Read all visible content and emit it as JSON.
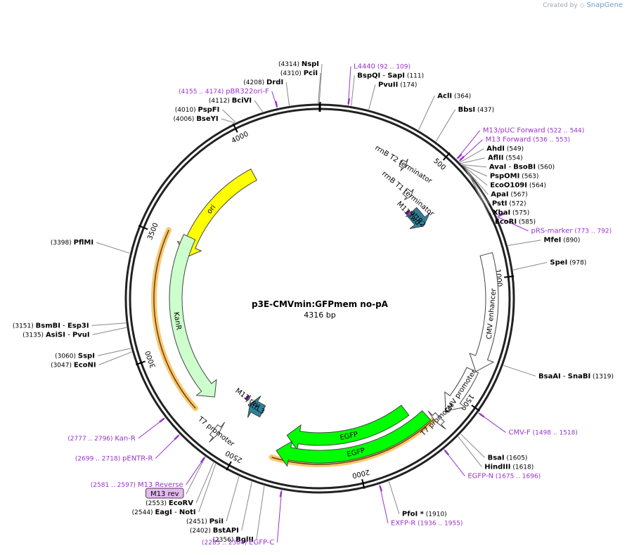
{
  "credit": {
    "prefix": "Created by",
    "brand": "SnapGene"
  },
  "plasmid": {
    "name": "p3E-CMVmin:GFPmem no-pA",
    "length_label": "4316 bp",
    "length": 4316
  },
  "ticks": [
    "500",
    "1000",
    "1500",
    "2000",
    "2500",
    "3000",
    "3500",
    "4000"
  ],
  "colors": {
    "enzyme": "#000000",
    "primer": "#9933cc",
    "ori": "#ffff00",
    "kanr": "#ccffcc",
    "egfp": "#00ff00",
    "attr": "#2e8199",
    "feature_outline": "#555555",
    "halo": "#f8c870"
  },
  "features": [
    {
      "name": "ori",
      "type": "ori",
      "start": 3980,
      "end": 3440,
      "color": "#ffff00"
    },
    {
      "name": "KanR",
      "type": "cds",
      "start": 3540,
      "end": 2720,
      "color": "#ccffcc"
    },
    {
      "name": "EGFP",
      "type": "cds",
      "start": 1710,
      "end": 2320,
      "color": "#00ff00"
    },
    {
      "name": "EGFP",
      "type": "cds",
      "start": 1650,
      "end": 2350,
      "color": "#00ff00"
    },
    {
      "name": "CMV enhancer",
      "type": "enhancer",
      "start": 900,
      "end": 1380,
      "color": "#ffffff"
    },
    {
      "name": "CMV promoter",
      "type": "promoter",
      "start": 1380,
      "end": 1580,
      "color": "#ffffff"
    },
    {
      "name": "T7 promoter",
      "type": "promoter",
      "start": 1615,
      "end": 1640,
      "color": "#ffffff"
    },
    {
      "name": "T7 promoter",
      "type": "promoter",
      "start": 2625,
      "end": 2600,
      "color": "#ffffff"
    },
    {
      "name": "attR2",
      "type": "misc",
      "start": 560,
      "end": 660,
      "color": "#2e8199"
    },
    {
      "name": "attL3",
      "type": "misc",
      "start": 2480,
      "end": 2560,
      "color": "#2e8199"
    },
    {
      "name": "M13 fwd",
      "type": "primer",
      "start": 540,
      "end": 565,
      "color": "#9933cc"
    },
    {
      "name": "M13 rev",
      "type": "primer",
      "start": 2598,
      "end": 2578,
      "color": "#9933cc"
    },
    {
      "name": "rrnB T1 terminator",
      "type": "terminator",
      "start": 460,
      "end": 500,
      "color": "#ffffff"
    },
    {
      "name": "rrnB T2 terminator",
      "type": "terminator",
      "start": 370,
      "end": 395,
      "color": "#ffffff"
    }
  ],
  "halos": [
    {
      "start": 3530,
      "end": 2740
    },
    {
      "start": 1640,
      "end": 2360
    }
  ],
  "sites": [
    {
      "side": "right",
      "label": "NspI",
      "pos": "(4314)",
      "bp": 4314,
      "bold": true
    },
    {
      "side": "right",
      "label": "PciI",
      "pos": "(4310)",
      "bp": 4310,
      "bold": true
    },
    {
      "side": "right",
      "label": "DrdI",
      "pos": "(4208)",
      "bp": 4208,
      "bold": true
    },
    {
      "side": "right",
      "label": "pBR322ori-F",
      "pos": "(4155 .. 4174)",
      "bp": 4165,
      "primer": true
    },
    {
      "side": "right",
      "label": "BciVI",
      "pos": "(4112)",
      "bp": 4112,
      "bold": true
    },
    {
      "side": "right",
      "label": "PspFI",
      "pos": "(4010)",
      "bp": 4010,
      "bold": true
    },
    {
      "side": "right",
      "label": "BseYI",
      "pos": "(4006)",
      "bp": 4006,
      "bold": true
    },
    {
      "side": "left",
      "label": "L4440",
      "pos": "(92 .. 109)",
      "bp": 100,
      "primer": true
    },
    {
      "side": "left",
      "label": "BspQI",
      "extra": "SapI",
      "pos": "(111)",
      "bp": 111,
      "bold": true
    },
    {
      "side": "left",
      "label": "PvuII",
      "pos": "(174)",
      "bp": 174,
      "bold": true
    },
    {
      "side": "left",
      "label": "AclI",
      "pos": "(364)",
      "bp": 364,
      "bold": true
    },
    {
      "side": "left",
      "label": "BbsI",
      "pos": "(437)",
      "bp": 437,
      "bold": true
    },
    {
      "side": "left",
      "label": "M13/pUC Forward",
      "pos": "(522 .. 544)",
      "bp": 533,
      "primer": true
    },
    {
      "side": "left",
      "label": "M13 Forward",
      "pos": "(536 .. 553)",
      "bp": 544,
      "primer": true
    },
    {
      "side": "left",
      "label": "AhdI",
      "pos": "(549)",
      "bp": 549,
      "bold": true
    },
    {
      "side": "left",
      "label": "AflII",
      "pos": "(554)",
      "bp": 554,
      "bold": true
    },
    {
      "side": "left",
      "label": "AvaI",
      "extra": "BsoBI",
      "pos": "(560)",
      "bp": 560,
      "bold": true
    },
    {
      "side": "left",
      "label": "PspOMI",
      "pos": "(563)",
      "bp": 563,
      "bold": true
    },
    {
      "side": "left",
      "label": "EcoO109I",
      "pos": "(564)",
      "bp": 564,
      "bold": true
    },
    {
      "side": "left",
      "label": "ApaI",
      "pos": "(567)",
      "bp": 567,
      "bold": true
    },
    {
      "side": "left",
      "label": "PstI",
      "pos": "(572)",
      "bp": 572,
      "bold": true
    },
    {
      "side": "left",
      "label": "XbaI",
      "pos": "(575)",
      "bp": 575,
      "bold": true
    },
    {
      "side": "left",
      "label": "EcoRI",
      "pos": "(585)",
      "bp": 585,
      "bold": true
    },
    {
      "side": "left",
      "label": "pRS-marker",
      "pos": "(773 .. 792)",
      "bp": 782,
      "primer": true
    },
    {
      "side": "left",
      "label": "MfeI",
      "pos": "(890)",
      "bp": 890,
      "bold": true
    },
    {
      "side": "left",
      "label": "SpeI",
      "pos": "(978)",
      "bp": 978,
      "bold": true
    },
    {
      "side": "left",
      "label": "BsaAI",
      "extra": "SnaBI",
      "pos": "(1319)",
      "bp": 1319,
      "bold": true
    },
    {
      "side": "left",
      "label": "CMV-F",
      "pos": "(1498 .. 1518)",
      "bp": 1508,
      "primer": true
    },
    {
      "side": "left",
      "label": "BsaI",
      "pos": "(1605)",
      "bp": 1605,
      "bold": true
    },
    {
      "side": "left",
      "label": "HindIII",
      "pos": "(1618)",
      "bp": 1618,
      "bold": true
    },
    {
      "side": "left",
      "label": "EGFP-N",
      "pos": "(1675 .. 1696)",
      "bp": 1685,
      "primer": true
    },
    {
      "side": "left",
      "label": "PfoI *",
      "pos": "(1910)",
      "bp": 1910,
      "bold": true
    },
    {
      "side": "left",
      "label": "EXFP-R",
      "pos": "(1936 .. 1955)",
      "bp": 1945,
      "primer": true
    },
    {
      "side": "right",
      "label": "EGFP-C",
      "pos": "(2283 .. 2304)",
      "bp": 2293,
      "primer": true
    },
    {
      "side": "right",
      "label": "BglII",
      "pos": "(2356)",
      "bp": 2356,
      "bold": true
    },
    {
      "side": "right",
      "label": "BstAPI",
      "pos": "(2402)",
      "bp": 2402,
      "bold": true
    },
    {
      "side": "right",
      "label": "PsiI",
      "pos": "(2451)",
      "bp": 2451,
      "bold": true
    },
    {
      "side": "right",
      "label": "EagI",
      "extra": "NotI",
      "pos": "(2544)",
      "bp": 2544,
      "bold": true
    },
    {
      "side": "right",
      "label": "EcoRV",
      "pos": "(2553)",
      "bp": 2553,
      "bold": true
    },
    {
      "side": "right",
      "label": "M13 rev",
      "pos": "",
      "bp": 2588,
      "boxed": true
    },
    {
      "side": "right",
      "label": "M13 Reverse",
      "pos": "(2581 .. 2597)",
      "bp": 2589,
      "primer": true
    },
    {
      "side": "right",
      "label": "pENTR-R",
      "pos": "(2699 .. 2718)",
      "bp": 2708,
      "primer": true
    },
    {
      "side": "right",
      "label": "Kan-R",
      "pos": "(2777 .. 2796)",
      "bp": 2786,
      "primer": true
    },
    {
      "side": "right",
      "label": "EcoNI",
      "pos": "(3047)",
      "bp": 3047,
      "bold": true
    },
    {
      "side": "right",
      "label": "SspI",
      "pos": "(3060)",
      "bp": 3060,
      "bold": true
    },
    {
      "side": "right",
      "label": "AsiSI",
      "extra": "PvuI",
      "pos": "(3135)",
      "bp": 3135,
      "bold": true
    },
    {
      "side": "right",
      "label": "BsmBI",
      "extra": "Esp3I",
      "pos": "(3151)",
      "bp": 3151,
      "bold": true
    },
    {
      "side": "right",
      "label": "PflMI",
      "pos": "(3398)",
      "bp": 3398,
      "bold": true
    }
  ]
}
